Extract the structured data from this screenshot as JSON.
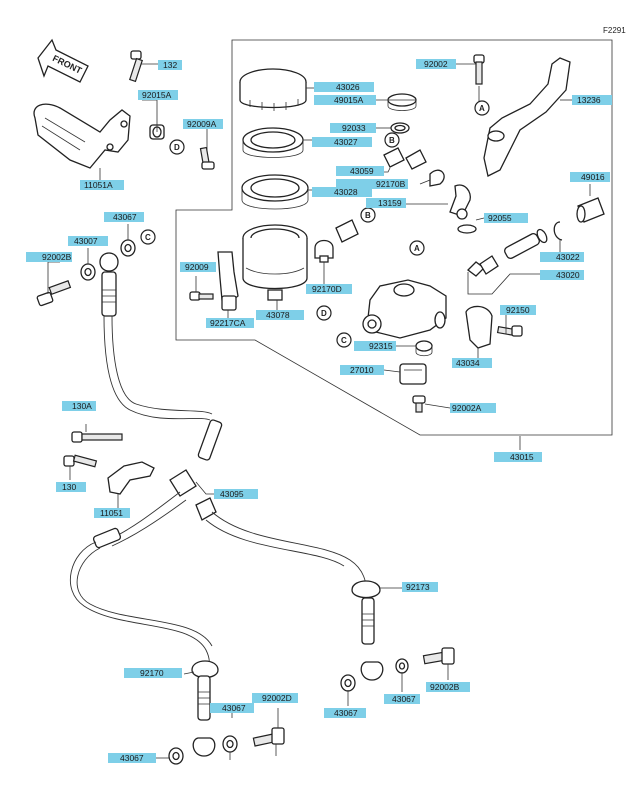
{
  "diagram_code": "F2291",
  "front_label": "FRONT",
  "labels": [
    {
      "id": "l132",
      "text": "132"
    },
    {
      "id": "l92015A",
      "text": "92015A"
    },
    {
      "id": "l92009A",
      "text": "92009A"
    },
    {
      "id": "l11051A",
      "text": "11051A"
    },
    {
      "id": "l43026",
      "text": "43026"
    },
    {
      "id": "l49015A",
      "text": "49015A"
    },
    {
      "id": "l92033",
      "text": "92033"
    },
    {
      "id": "l43027",
      "text": "43027"
    },
    {
      "id": "l43059",
      "text": "43059"
    },
    {
      "id": "l92170B",
      "text": "92170B"
    },
    {
      "id": "l43028",
      "text": "43028"
    },
    {
      "id": "l92002",
      "text": "92002"
    },
    {
      "id": "l13236",
      "text": "13236"
    },
    {
      "id": "l49016",
      "text": "49016"
    },
    {
      "id": "l13159",
      "text": "13159"
    },
    {
      "id": "l92055",
      "text": "92055"
    },
    {
      "id": "l43022",
      "text": "43022"
    },
    {
      "id": "l43020",
      "text": "43020"
    },
    {
      "id": "l43067a",
      "text": "43067"
    },
    {
      "id": "l43007",
      "text": "43007"
    },
    {
      "id": "l92002B_top",
      "text": "92002B"
    },
    {
      "id": "l92009",
      "text": "92009"
    },
    {
      "id": "l92170D",
      "text": "92170D"
    },
    {
      "id": "l92150",
      "text": "92150"
    },
    {
      "id": "l92217CA",
      "text": "92217CA"
    },
    {
      "id": "l43078",
      "text": "43078"
    },
    {
      "id": "l92315",
      "text": "92315"
    },
    {
      "id": "l43034",
      "text": "43034"
    },
    {
      "id": "l27010",
      "text": "27010"
    },
    {
      "id": "l92002A",
      "text": "92002A"
    },
    {
      "id": "l130A",
      "text": "130A"
    },
    {
      "id": "l43015",
      "text": "43015"
    },
    {
      "id": "l43095",
      "text": "43095"
    },
    {
      "id": "l130",
      "text": "130"
    },
    {
      "id": "l11051",
      "text": "11051"
    },
    {
      "id": "l92173",
      "text": "92173"
    },
    {
      "id": "l92170",
      "text": "92170"
    },
    {
      "id": "l43067b",
      "text": "43067"
    },
    {
      "id": "l43067c",
      "text": "43067"
    },
    {
      "id": "l92002B_bot",
      "text": "92002B"
    },
    {
      "id": "l43067d",
      "text": "43067"
    },
    {
      "id": "l92002D",
      "text": "92002D"
    },
    {
      "id": "l43067e",
      "text": "43067"
    }
  ],
  "refs": [
    {
      "id": "rA1",
      "text": "A"
    },
    {
      "id": "rA2",
      "text": "A"
    },
    {
      "id": "rB1",
      "text": "B"
    },
    {
      "id": "rB2",
      "text": "B"
    },
    {
      "id": "rC1",
      "text": "C"
    },
    {
      "id": "rC2",
      "text": "C"
    },
    {
      "id": "rD1",
      "text": "D"
    },
    {
      "id": "rD2",
      "text": "D"
    }
  ]
}
